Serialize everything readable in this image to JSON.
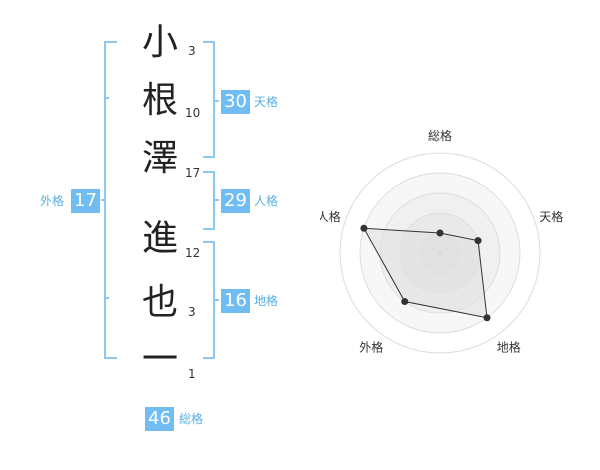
{
  "name": {
    "characters": [
      {
        "char": "小",
        "strokes": "3"
      },
      {
        "char": "根",
        "strokes": "10"
      },
      {
        "char": "澤",
        "strokes": "17"
      },
      {
        "char": "進",
        "strokes": "12"
      },
      {
        "char": "也",
        "strokes": "3"
      },
      {
        "char": "一",
        "strokes": "1"
      }
    ]
  },
  "kakusu": {
    "tenkaku": {
      "value": "30",
      "label": "天格"
    },
    "jinkaku": {
      "value": "29",
      "label": "人格"
    },
    "chikaku": {
      "value": "16",
      "label": "地格"
    },
    "gaikaku": {
      "value": "17",
      "label": "外格"
    },
    "soukaku": {
      "value": "46",
      "label": "総格"
    }
  },
  "chart_data": {
    "type": "radar",
    "axes": [
      "総格",
      "天格",
      "地格",
      "外格",
      "人格"
    ],
    "values": [
      1,
      2,
      4,
      3,
      4
    ],
    "max": 5
  },
  "colors": {
    "accent": "#6fbdf2",
    "accent_text": "#59aee6",
    "bracket": "#8cc8f0"
  }
}
